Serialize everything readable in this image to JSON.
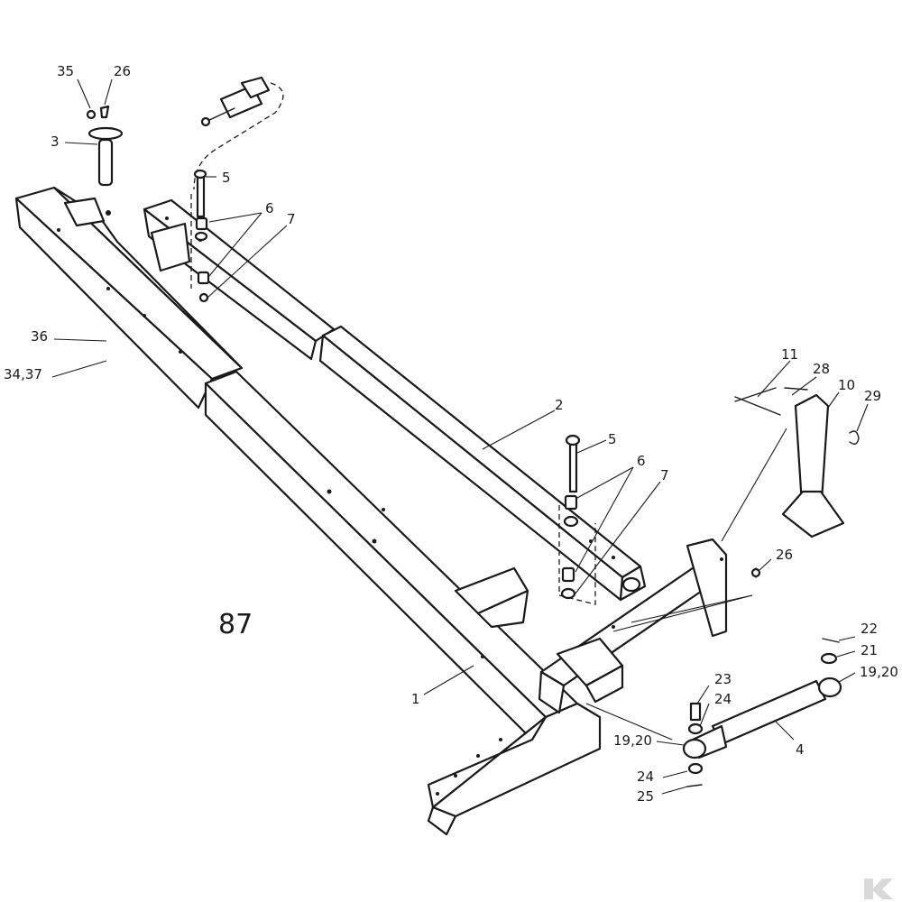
{
  "figure": {
    "number": "87"
  },
  "callouts": [
    {
      "id": "c-35",
      "label": "35"
    },
    {
      "id": "c-26a",
      "label": "26"
    },
    {
      "id": "c-3",
      "label": "3"
    },
    {
      "id": "c-5a",
      "label": "5"
    },
    {
      "id": "c-6a",
      "label": "6"
    },
    {
      "id": "c-7a",
      "label": "7"
    },
    {
      "id": "c-36",
      "label": "36"
    },
    {
      "id": "c-3437",
      "label": "34,37"
    },
    {
      "id": "c-11",
      "label": "11"
    },
    {
      "id": "c-28",
      "label": "28"
    },
    {
      "id": "c-10",
      "label": "10"
    },
    {
      "id": "c-29",
      "label": "29"
    },
    {
      "id": "c-2",
      "label": "2"
    },
    {
      "id": "c-5b",
      "label": "5"
    },
    {
      "id": "c-6b",
      "label": "6"
    },
    {
      "id": "c-7b",
      "label": "7"
    },
    {
      "id": "c-26b",
      "label": "26"
    },
    {
      "id": "c-22",
      "label": "22"
    },
    {
      "id": "c-21",
      "label": "21"
    },
    {
      "id": "c-1920a",
      "label": "19,20"
    },
    {
      "id": "c-23",
      "label": "23"
    },
    {
      "id": "c-24a",
      "label": "24"
    },
    {
      "id": "c-1920b",
      "label": "19,20"
    },
    {
      "id": "c-4",
      "label": "4"
    },
    {
      "id": "c-24b",
      "label": "24"
    },
    {
      "id": "c-25",
      "label": "25"
    },
    {
      "id": "c-1",
      "label": "1"
    }
  ],
  "icons": {
    "corner_logo": "brand-logo-icon"
  }
}
